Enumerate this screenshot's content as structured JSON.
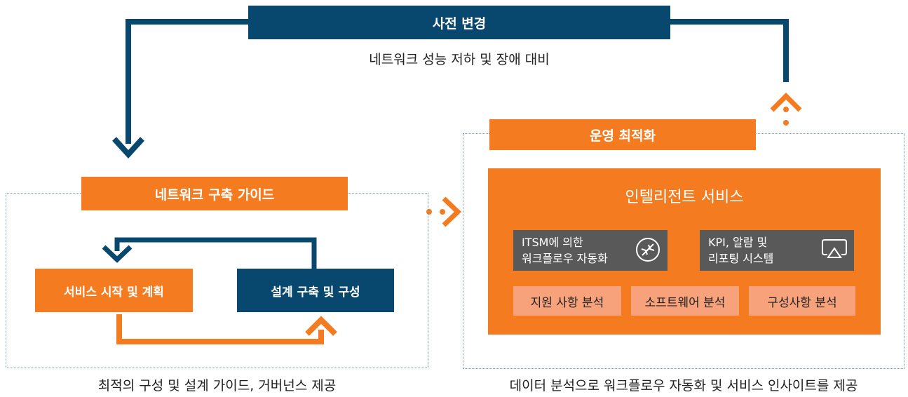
{
  "top": {
    "label": "사전 변경",
    "caption": "네트워크 성능 저하 및 장애 대비"
  },
  "left": {
    "title": "네트워크 구축 가이드",
    "box1": "서비스 시작 및 계획",
    "box2": "설계 구축 및 구성",
    "caption": "최적의 구성 및 설계 가이드, 거버넌스 제공"
  },
  "right": {
    "title": "운영 최적화",
    "panel_title": "인텔리전트 서비스",
    "itsm": {
      "line1": "ITSM에 의한",
      "line2": "워크플로우 자동화",
      "icon": "compress-arrows-icon"
    },
    "kpi": {
      "line1": "KPI, 알람 및",
      "line2": "리포팅 시스템",
      "icon": "airplay-icon"
    },
    "chips": [
      "지원 사항 분석",
      "소프트웨어 분석",
      "구성사항 분석"
    ],
    "caption": "데이터 분석으로 워크플로우 자동화 및 서비스 인사이트를 제공"
  },
  "colors": {
    "navy": "#08486f",
    "orange": "#f47b20",
    "gray": "#595959",
    "salmon": "#f7a27a"
  }
}
